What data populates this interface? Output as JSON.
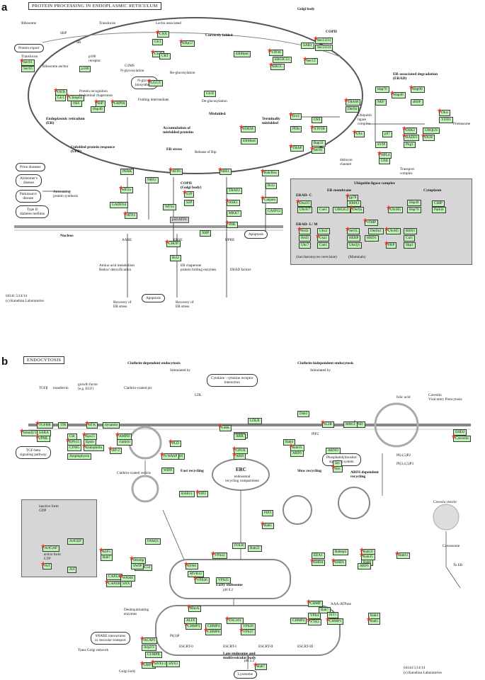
{
  "panel_a": {
    "letter": "a",
    "title": "PROTEIN PROCESSING IN ENDOPLASMIC RETICULUM",
    "footer_id": "04141 5/14/14",
    "footer_copy": "(c) Kanehisa Laboratories",
    "genes": [
      "Sec61",
      "Sec63",
      "OSTs",
      "Glcl",
      "Climp63",
      "p180",
      "CNX",
      "Glcl",
      "GlcII",
      "CRT",
      "UGGT",
      "GlcII",
      "ERp57",
      "ERManI",
      "VIP36",
      "ERGIC53",
      "ERGL",
      "SAR1",
      "Sec13/31",
      "Sec23/24",
      "Sec12",
      "PERK",
      "eIF2a",
      "GADD34",
      "ATF4",
      "NRF2",
      "ATF6",
      "WFS1",
      "S1P",
      "S2P",
      "IRE1",
      "TRAF2",
      "ASK1",
      "MKK7",
      "JNK",
      "XBP",
      "Bak/Bax",
      "Bcl2",
      "Calpain",
      "CASP12",
      "CHOP",
      "Bcl2",
      "EDEM",
      "ERManI",
      "Ero1",
      "OS9",
      "XTP3B",
      "PDIs",
      "TRAP",
      "Bap31",
      "Sec61",
      "Hsp70",
      "Hsp40",
      "NEF",
      "Hsp90",
      "sHSF",
      "TRAM",
      "Derlin",
      "Ubx",
      "p97",
      "NPL4",
      "UfdI",
      "Otu1",
      "YOD1",
      "DSK2",
      "UBQLN",
      "RAD23",
      "Png1",
      "DUB",
      "NEF",
      "BiP",
      "Hsp40",
      "GRP94",
      "SVIP"
    ],
    "labels": {
      "ribosome": "Ribosome",
      "srp": "SRP",
      "sr": "SR",
      "translocon": "Translocon",
      "protein_export": "Protein export",
      "translocon2": "Translocon",
      "ribosome_anchor": "Ribosome anchor",
      "p180_receptor": "p180\nreceptor",
      "lectin": "Lectin associated",
      "bip": "BiP",
      "g3mp": "G3M9",
      "n_glyc": "N-glycosylation",
      "n_glycan": "N-glycan\nbiosynthesis",
      "reglucosyl": "Re-glucosylation",
      "deglucosyl": "De-glucosylation",
      "folding": "Folding intermediate",
      "correct": "Correctly folded",
      "misfolded": "Misfolded",
      "terminally": "Terminally\nmisfolded",
      "er": "Endoplasmic reticulum\n(ER)",
      "recognition": "Protein recognition\nby luminal chaperones",
      "upr": "Unfolded protein responce\n(UPR)",
      "accum": "Accumulation of\nmisfolded proteins",
      "er_stress": "ER stress",
      "release": "Release of Bip",
      "copii_top": "COPII",
      "golgi": "Golgi body",
      "erad": "ER-associated degradation\n(ERAD)",
      "proteasome": "Proteasome",
      "ubiq_complex": "Ubiquitin ligase complex",
      "prion": "Prion diseases",
      "alzheimer": "Alzheimer's\ndisease",
      "parkinson": "Parkinson's\ndisease",
      "diabetes": "Type II\ndiabetes mellitus",
      "attenuating": "Attenuating\nprotein synthesis",
      "copii_golgi": "COPII\n(Golgi body)",
      "p50atf6": "p50 ATF6",
      "nucleus": "Nucleus",
      "aare": "AARE",
      "erse": "ERSE",
      "upre": "UPRE",
      "amino": "Amino acid metabolism\nRedox/ detoxification",
      "er_chaperone": "ER chaperone\nprotein folding enzymes",
      "erad_factors": "ERAD factors",
      "apoptosis": "Apoptosis",
      "recovery1": "Recovery of\nER stress",
      "recovery2": "Recovery of\nER stress",
      "dislocon": "dislocon\nchannel",
      "transport": "Transport\ncomplex",
      "ubq_ligase": "Ubiquitin\nligase\ncomplex",
      "erad_c": "ERAD- C",
      "er_membrane": "ER membrane",
      "cytoplasm": "Cytoplasm",
      "erad_lm": "ERAD- L/ M",
      "sacch": "(Saccharomyces cerevisiae)",
      "mammals": "(Mammals)"
    },
    "ubiq_genes": [
      "Doa10",
      "Ubc6/7",
      "Cue1",
      "gp78",
      "RMA1",
      "UBE2G2",
      "Derlin",
      "Hsp40",
      "Hsp70",
      "UbcH5",
      "CHIP",
      "Parkin",
      "Hrd1",
      "Ubx2",
      "Hrd3",
      "Usa1",
      "Ubc7",
      "Cue1",
      "Sel1L",
      "HERP",
      "Derlin1",
      "VIMP",
      "HRD1",
      "Ube2j1",
      "UbcH5",
      "RBX1",
      "Cul1",
      "FBP",
      "Skp1"
    ]
  },
  "panel_b": {
    "letter": "b",
    "title": "ENDOCYTOSIS",
    "footer_id": "04144 5/14/14",
    "footer_copy": "(c) Kanehisa Laboratories",
    "genes": [
      "TGFBR",
      "TfR",
      "RTK",
      "dynamin",
      "Smad2/3",
      "SARA",
      "cPML",
      "Cbl",
      "Eps15",
      "Epsin",
      "EPS15",
      "CIN85",
      "Endophilin",
      "Amphiphysin",
      "AMPH",
      "clathrin",
      "AP-2",
      "EHD2",
      "Caveolin",
      "Src",
      "Hrs",
      "RAB11",
      "FIP2",
      "Rab4",
      "Rab35",
      "ARF6",
      "PSD",
      "ARNO",
      "EFA6",
      "FOLR",
      "RhoA",
      "Rab4",
      "Rab5",
      "Rab7",
      "CHMP",
      "VPS4",
      "VTA1",
      "IST1",
      "CHMP1",
      "CHMP2",
      "CHMP3",
      "CHMP4",
      "CHMP6",
      "ALIX",
      "TSG101",
      "VPS28",
      "VPS37",
      "MVB12",
      "VPS36",
      "VPS25",
      "VPS22",
      "EEA1",
      "EHD4",
      "Rabep4",
      "EHD1",
      "Rab22",
      "Rab10",
      "Rab8",
      "Rab35",
      "ARF6",
      "Rab11",
      "FIP3",
      "Rab5",
      "Rab7",
      "KIF5",
      "CAPZA",
      "CAPZB",
      "SNX",
      "WASH",
      "FAM21",
      "CCDC53",
      "Arp2/3",
      "UBPY",
      "AMSH",
      "PLD",
      "PIP5K",
      "GRK",
      "LDLR",
      "GPCR",
      "ARR",
      "ARH",
      "Dab2",
      "IL2R",
      "MHCI",
      "ArfGAP",
      "ArfGEF",
      "Arf",
      "Arf",
      "N-WASP",
      "WIPF",
      "Strump",
      "SWIP",
      "ACAP3",
      "CI-MPR",
      "SNX1/2",
      "SNX3",
      "Rab7"
    ],
    "labels": {
      "clathrin_dep": "Clathrin-dependent endocytosis",
      "clathrin_indep": "Clathrin-independent endocytosis",
      "caveolar": "Caveolin\nViral entry Potocytosis",
      "fast": "Fast recycling",
      "slow": "Slow recycling",
      "arf6": "ARF6 dependent\nrecycling",
      "erc": "ERC",
      "erc_sub": "endosomal\nrecycling compartment",
      "early": "Early endosome",
      "ph62": "pH 6.2",
      "late": "Late endosome and\nmultivesicular body",
      "ph52": "pH 5.2",
      "lysosome": "Lysosome",
      "golgi": "Golgi body",
      "trans_golgi": "Trans Golgi network",
      "snare": "SNARE interactions\nin vesicular transport",
      "tgfb": "TGF-beta\nsignaling pathway",
      "cytokine": "Cytokine - cytokine receptor\ninteraction",
      "phosphatidyl": "Phosphatidylinositol\nsignaling system",
      "to_er": "To ER",
      "caveosome": "Caveosome",
      "caveola": "Caveola vesicle",
      "inactive": "inactive form\nGDP",
      "active": "active form\nGTP",
      "escrt0": "ESCRT-0",
      "escrt1": "ESCRT-I",
      "escrt2": "ESCRT-II",
      "escrt3": "ESCRT-III",
      "aaa": "AAA-ATPase",
      "deubiq": "Deubiquitinating\nenzymes",
      "clathrin_coated": "Clathrin-coated vesicle",
      "clathrin_pit": "Clathrin-coated pit",
      "pip2": "PIP2",
      "pi3p": "PI(3)P",
      "pi45p2": "PI(4,5)P2",
      "pi345p3": "PI(3,4,5)P3",
      "tgfb_lbl": "TGFβ",
      "transferrin": "transferrin",
      "growth": "growth factor\n(e.g. EGF)",
      "ldl": "LDL",
      "folic": "folic acid",
      "stimulated1": "Stimulated by",
      "stimulated2": "Stimulated by"
    }
  }
}
